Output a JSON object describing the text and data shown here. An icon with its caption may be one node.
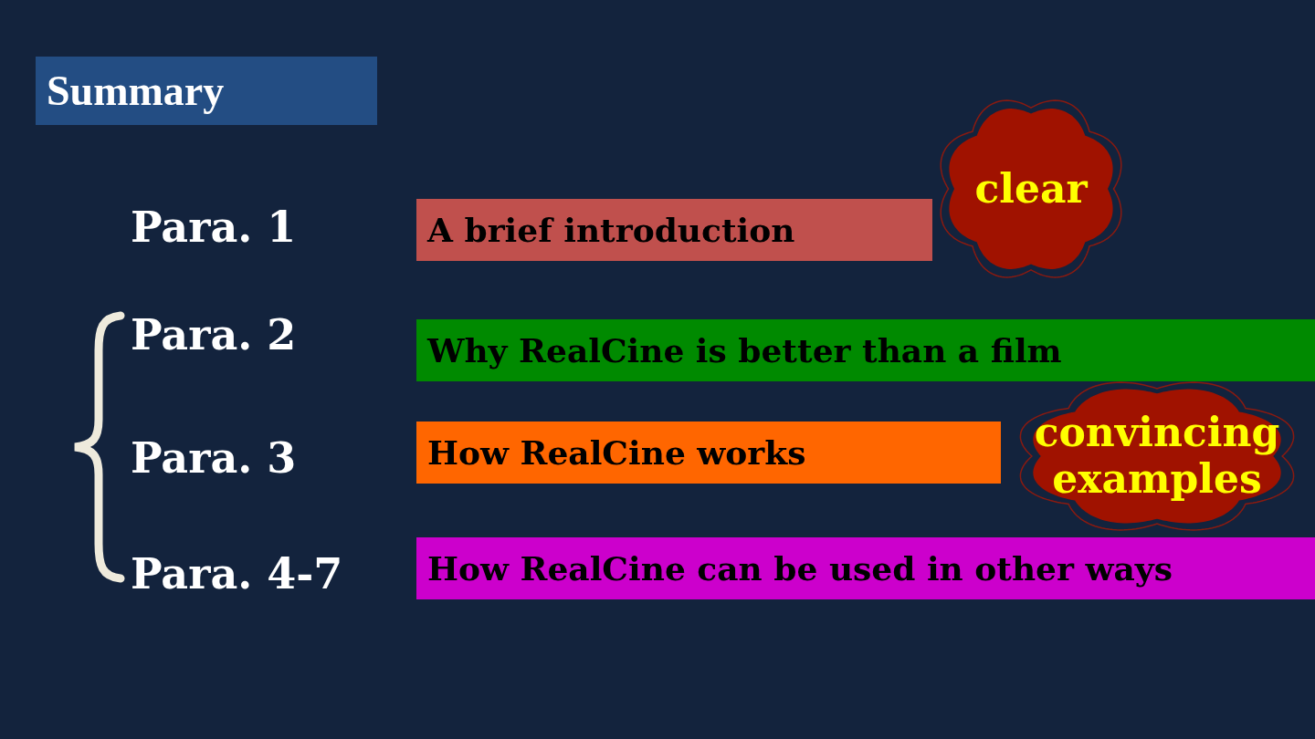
{
  "diagram": {
    "title": "Summary",
    "nodes": [
      {
        "text": [
          "A brief introduction"
        ]
      },
      {
        "text": [
          "Why RealCine is better than a film"
        ]
      },
      {
        "text": [
          "How RealCine works"
        ]
      },
      {
        "text": [
          "How RealCine can be used in other ways"
        ]
      },
      {
        "text": [
          "clear"
        ]
      },
      {
        "text": [
          "convincing examples"
        ]
      }
    ],
    "labels": [
      "Para. 1",
      "Para. 2",
      "Para. 3",
      "Para. 4-7"
    ]
  }
}
